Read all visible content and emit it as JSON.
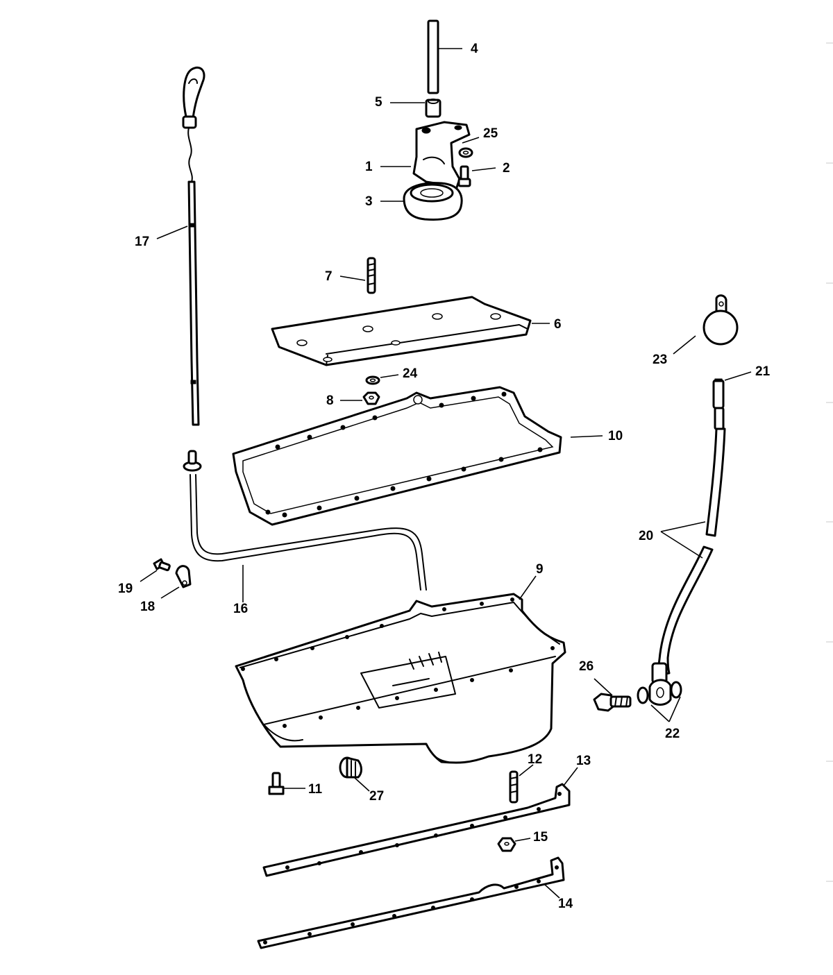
{
  "diagram": {
    "callouts": {
      "c1": "1",
      "c2": "2",
      "c3": "3",
      "c4": "4",
      "c5": "5",
      "c6": "6",
      "c7": "7",
      "c8": "8",
      "c9": "9",
      "c10": "10",
      "c11": "11",
      "c12": "12",
      "c13": "13",
      "c14": "14",
      "c15": "15",
      "c16": "16",
      "c17": "17",
      "c18": "18",
      "c19": "19",
      "c20": "20",
      "c21": "21",
      "c22": "22",
      "c23": "23",
      "c24": "24",
      "c25": "25",
      "c26": "26",
      "c27": "27"
    },
    "parts": [
      {
        "callout": "1",
        "name": "oil-pump"
      },
      {
        "callout": "2",
        "name": "bolt"
      },
      {
        "callout": "3",
        "name": "pickup-screen"
      },
      {
        "callout": "4",
        "name": "drive-shaft"
      },
      {
        "callout": "5",
        "name": "coupling"
      },
      {
        "callout": "6",
        "name": "oil-baffle"
      },
      {
        "callout": "7",
        "name": "stud"
      },
      {
        "callout": "8",
        "name": "nut"
      },
      {
        "callout": "9",
        "name": "oil-pan"
      },
      {
        "callout": "10",
        "name": "pan-gasket"
      },
      {
        "callout": "11",
        "name": "bolt"
      },
      {
        "callout": "12",
        "name": "stud"
      },
      {
        "callout": "13",
        "name": "gasket-strip"
      },
      {
        "callout": "14",
        "name": "gasket-strip"
      },
      {
        "callout": "15",
        "name": "nut"
      },
      {
        "callout": "16",
        "name": "dipstick-tube"
      },
      {
        "callout": "17",
        "name": "dipstick"
      },
      {
        "callout": "18",
        "name": "clip"
      },
      {
        "callout": "19",
        "name": "screw"
      },
      {
        "callout": "20",
        "name": "drain-hose"
      },
      {
        "callout": "21",
        "name": "hose-fitting"
      },
      {
        "callout": "22",
        "name": "washers"
      },
      {
        "callout": "23",
        "name": "tag"
      },
      {
        "callout": "24",
        "name": "washer"
      },
      {
        "callout": "25",
        "name": "washer"
      },
      {
        "callout": "26",
        "name": "banjo-bolt"
      },
      {
        "callout": "27",
        "name": "drain-plug"
      }
    ]
  }
}
